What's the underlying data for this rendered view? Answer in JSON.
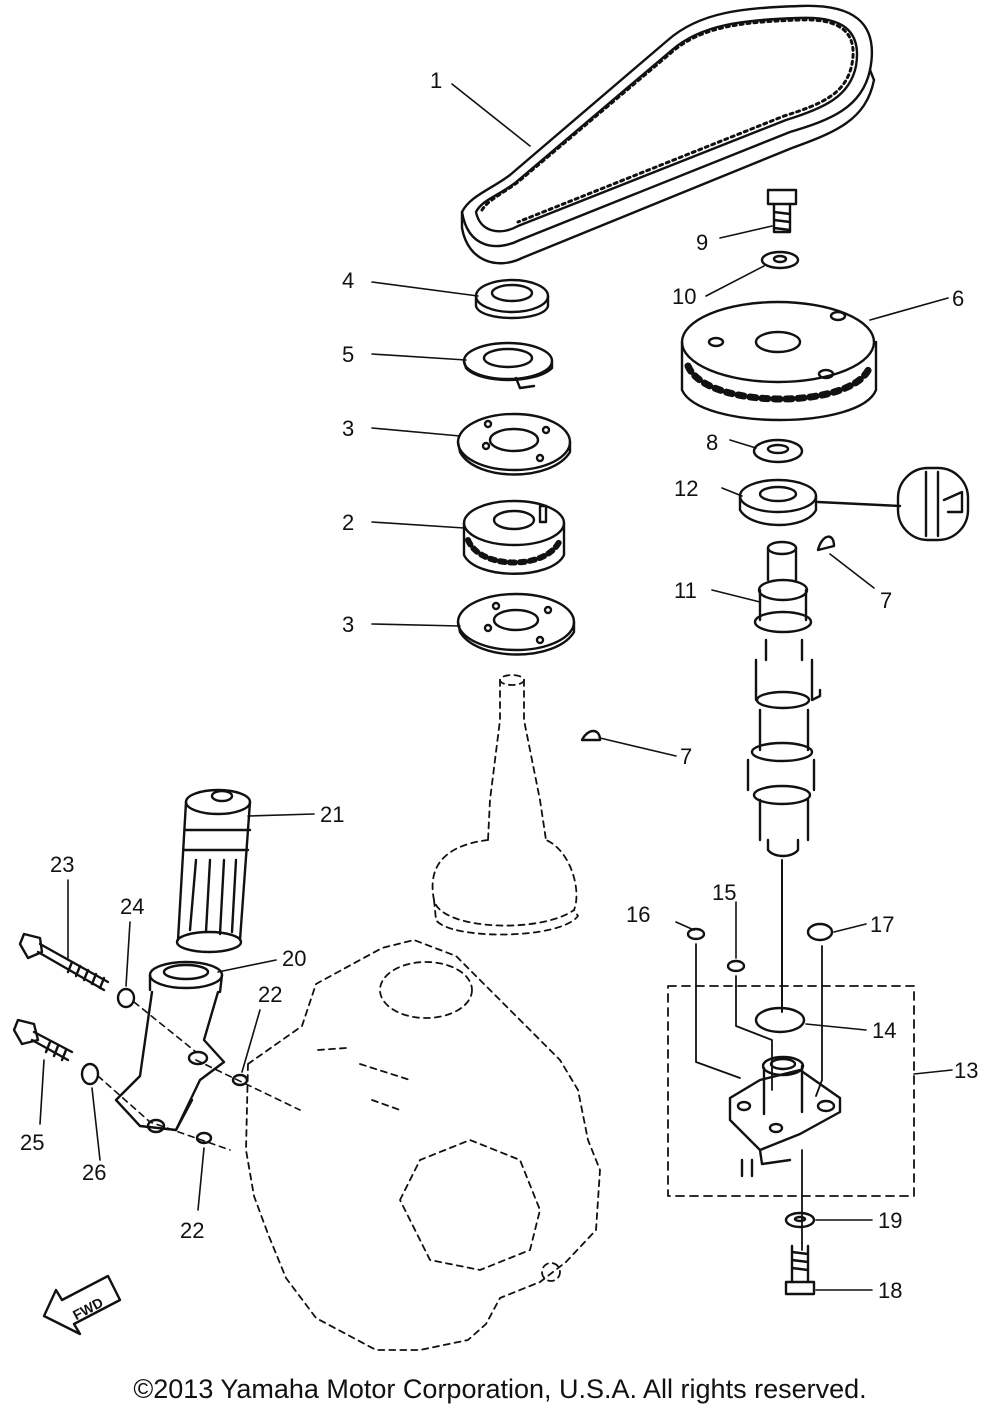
{
  "callouts": [
    {
      "id": "1",
      "text": "1"
    },
    {
      "id": "2",
      "text": "2"
    },
    {
      "id": "3a",
      "text": "3"
    },
    {
      "id": "3b",
      "text": "3"
    },
    {
      "id": "4",
      "text": "4"
    },
    {
      "id": "5",
      "text": "5"
    },
    {
      "id": "6",
      "text": "6"
    },
    {
      "id": "7a",
      "text": "7"
    },
    {
      "id": "7b",
      "text": "7"
    },
    {
      "id": "8",
      "text": "8"
    },
    {
      "id": "9",
      "text": "9"
    },
    {
      "id": "10",
      "text": "10"
    },
    {
      "id": "11",
      "text": "11"
    },
    {
      "id": "12",
      "text": "12"
    },
    {
      "id": "13",
      "text": "13"
    },
    {
      "id": "14",
      "text": "14"
    },
    {
      "id": "15",
      "text": "15"
    },
    {
      "id": "16",
      "text": "16"
    },
    {
      "id": "17",
      "text": "17"
    },
    {
      "id": "18",
      "text": "18"
    },
    {
      "id": "19",
      "text": "19"
    },
    {
      "id": "20",
      "text": "20"
    },
    {
      "id": "21",
      "text": "21"
    },
    {
      "id": "22a",
      "text": "22"
    },
    {
      "id": "22b",
      "text": "22"
    },
    {
      "id": "23",
      "text": "23"
    },
    {
      "id": "24",
      "text": "24"
    },
    {
      "id": "25",
      "text": "25"
    },
    {
      "id": "26",
      "text": "26"
    }
  ],
  "fwd_label": "FWD",
  "copyright": "©2013 Yamaha Motor Corporation, U.S.A. All rights reserved.",
  "colors": {
    "line": "#111111",
    "paper": "#ffffff"
  }
}
